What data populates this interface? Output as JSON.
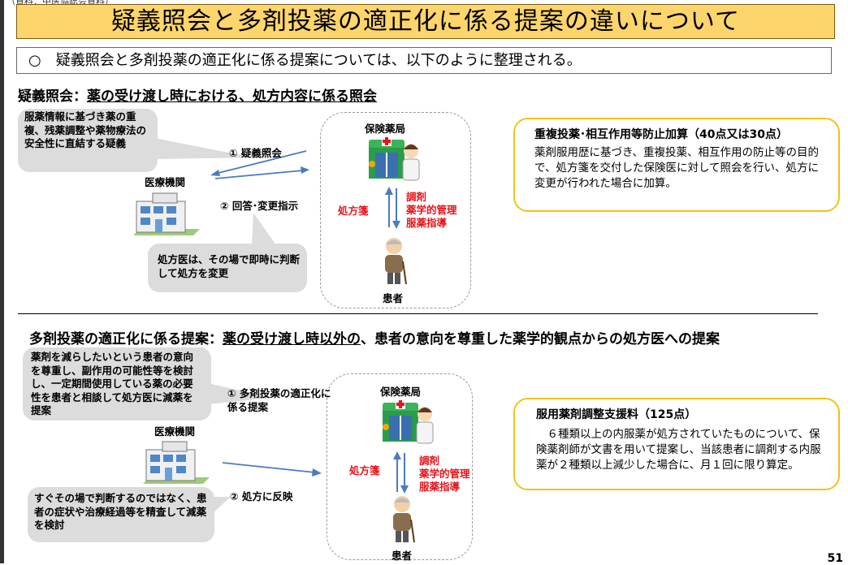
{
  "header": {
    "top_fragment": "（資料：中医協総会資料）",
    "title": "疑義照会と多剤投薬の適正化に係る提案の違いについて",
    "intro": "○　疑義照会と多剤投薬の適正化に係る提案については、以下のように整理される。"
  },
  "section1": {
    "heading_prefix": "疑義照会：",
    "heading_underlined": "薬の受け渡し時における、処方内容に係る照会",
    "bubble_top": "服薬情報に基づき薬の重複、残薬調整や薬物療法の安全性に直結する疑義",
    "bubble_bottom": "処方医は、その場で即時に判断して処方を変更",
    "step1": "① 疑義照会",
    "step2": "② 回答･変更指示",
    "clinic_label": "医療機関",
    "pharmacy_label": "保険薬局",
    "patient_label": "患者",
    "prescription_label": "処方箋",
    "services": [
      "調剤",
      "薬学的管理",
      "服薬指導"
    ],
    "box_title": "重複投薬･相互作用等防止加算（40点又は30点）",
    "box_text": "薬剤服用歴に基づき、重複投薬、相互作用の防止等の目的で、処方箋を交付した保険医に対して照会を行い、処方に変更が行われた場合に加算。"
  },
  "section2": {
    "heading_prefix": "多剤投薬の適正化に係る提案：",
    "heading_underlined": "薬の受け渡し時以外の",
    "heading_suffix": "、患者の意向を尊重した薬学的観点からの処方医への提案",
    "bubble_top": "薬剤を減らしたいという患者の意向を尊重し、副作用の可能性等を検討し、一定期間使用している薬の必要性を患者と相談して処方医に減薬を提案",
    "bubble_bottom": "すぐその場で判断するのではなく、患者の症状や治療経過等を精査して減薬を検討",
    "step1": "① 多剤投薬の適正化に係る提案",
    "step2": "② 処方に反映",
    "clinic_label": "医療機関",
    "pharmacy_label": "保険薬局",
    "patient_label": "患者",
    "prescription_label": "処方箋",
    "services": [
      "調剤",
      "薬学的管理",
      "服薬指導"
    ],
    "box_title": "服用薬剤調整支援料（125点）",
    "box_text": "６種類以上の内服薬が処方されていたものについて、保険薬剤師が文書を用いて提案し、当該患者に調剤する内服薬が２種類以上減少した場合に、月１回に限り算定。"
  },
  "footer": {
    "page_number": "51"
  },
  "colors": {
    "title_bg": "#fdd56d",
    "box_border": "#f2c21a",
    "accent_red": "#e8141b",
    "arrow_blue": "#4a7cc0",
    "bubble_gray": "#dcdcdc"
  },
  "icons": [
    "hospital-building-icon",
    "pharmacy-pharmacist-icon",
    "elderly-patient-icon"
  ]
}
